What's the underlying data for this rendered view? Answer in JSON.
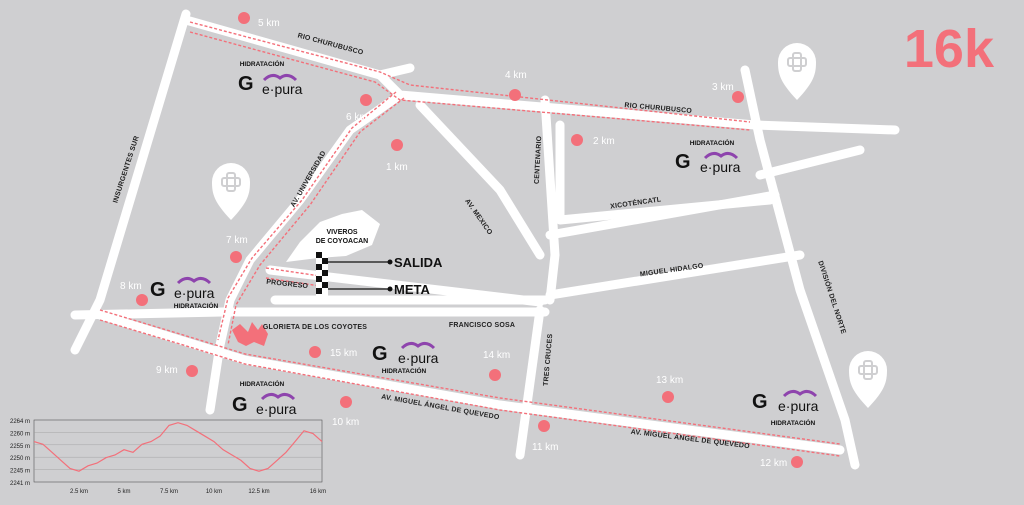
{
  "title": "16k",
  "colors": {
    "route": "#f3707a",
    "street": "#ffffff",
    "background": "#cfcfd1",
    "marker": "#f3707a"
  },
  "streets": {
    "rio_churubusco_top": "RIO CHURUBUSCO",
    "rio_churubusco_right": "RIO CHURUBUSCO",
    "insurgentes_sur": "INSURGENTES SUR",
    "av_universidad": "AV. UNIVERSIDAD",
    "centenario": "CENTENARIO",
    "av_mexico": "AV. MEXICO",
    "xicotencatl": "XICOTÉNCATL",
    "miguel_hidalgo": "MIGUEL HIDALGO",
    "division_del_norte": "DIVISIÓN DEL NORTE",
    "progreso": "PROGRESO",
    "glorieta": "GLORIETA DE LOS COYOTES",
    "francisco_sosa": "FRANCISCO SOSA",
    "tres_cruces": "TRES CRUCES",
    "miguel_angel_1": "AV. MIGUEL ÁNGEL DE QUEVEDO",
    "miguel_angel_2": "AV. MIGUEL ÁNGEL DE QUEVEDO"
  },
  "viveros": [
    "VIVEROS",
    "DE COYOACAN"
  ],
  "start_label": "SALIDA",
  "finish_label": "META",
  "km_markers": [
    "1 km",
    "2 km",
    "3 km",
    "4 km",
    "5 km",
    "6 km",
    "7 km",
    "8 km",
    "9 km",
    "10 km",
    "11 km",
    "12 km",
    "13 km",
    "14 km",
    "15 km"
  ],
  "hydration_label": "HIDRATACIÓN",
  "sponsor": {
    "brand_g": "G",
    "brand_epura": "e·pura"
  },
  "medical_icon": "medical-cross-pin-icon",
  "elevation_profile": {
    "y_ticks": [
      "2264 m",
      "2260 m",
      "2255 m",
      "2250 m",
      "2245 m",
      "2241 m"
    ],
    "x_ticks": [
      "2.5 km",
      "5 km",
      "7.5 km",
      "10 km",
      "12.5 km",
      "16 km"
    ],
    "points_km": [
      0,
      0.5,
      1,
      1.5,
      2,
      2.5,
      3,
      3.5,
      4,
      4.5,
      5,
      5.5,
      6,
      6.5,
      7,
      7.5,
      8,
      8.5,
      9,
      9.5,
      10,
      10.5,
      11,
      11.5,
      12,
      12.5,
      13,
      13.5,
      14,
      14.5,
      15,
      15.5,
      16
    ],
    "points_m": [
      2256,
      2255,
      2252,
      2249,
      2246,
      2245,
      2247,
      2248,
      2250,
      2251,
      2253,
      2252,
      2255,
      2256,
      2258,
      2262,
      2263,
      2262,
      2260,
      2258,
      2256,
      2253,
      2251,
      2249,
      2246,
      2245,
      2246,
      2249,
      2252,
      2256,
      2260,
      2259,
      2256
    ]
  }
}
